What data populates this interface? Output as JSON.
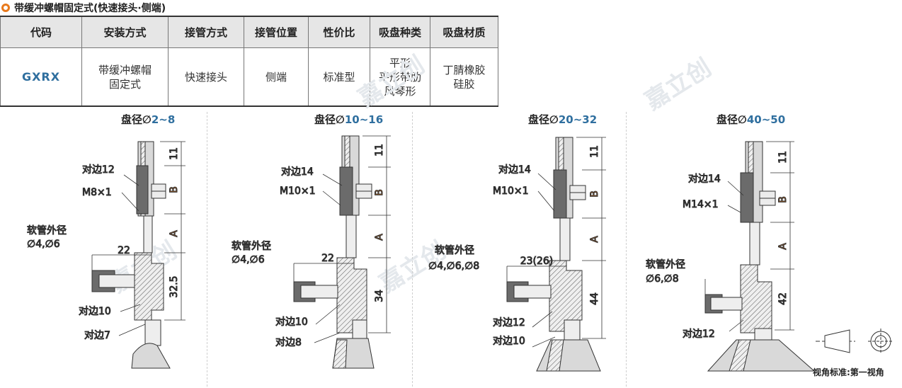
{
  "title": "带缓冲螺帽固定式(快速接头·侧端)",
  "table": {
    "headers": [
      "代码",
      "安装方式",
      "接管方式",
      "接管位置",
      "性价比",
      "吸盘种类",
      "吸盘材质"
    ],
    "row": {
      "code": "GXRX",
      "mount": [
        "带缓冲螺帽",
        "固定式"
      ],
      "pipe_method": "快速接头",
      "pipe_pos": "侧端",
      "value": "标准型",
      "pad_types": [
        "平形",
        "平形带肋",
        "风琴形"
      ],
      "material": [
        "丁腈橡胶",
        "硅胶"
      ]
    }
  },
  "watermark": "嘉立创",
  "drawings": [
    {
      "caption_prefix": "盘径∅",
      "caption_range": "2~8",
      "hex_label": "对边12",
      "thread_label": "M8×1",
      "tube_label_1": "软管外径",
      "tube_label_2": "∅4,∅6",
      "dim_top": "11",
      "dim_b": "B",
      "dim_a": "A",
      "dim_h": "22",
      "dim_v": "32.5",
      "label_mid": "对边10",
      "label_low": "对边7"
    },
    {
      "caption_prefix": "盘径∅",
      "caption_range": "10~16",
      "hex_label": "对边14",
      "thread_label": "M10×1",
      "tube_label_1": "软管外径",
      "tube_label_2": "∅4,∅6",
      "dim_top": "11",
      "dim_b": "B",
      "dim_a": "A",
      "dim_h": "22",
      "dim_v": "34",
      "label_mid": "对边10",
      "label_low": "对边8"
    },
    {
      "caption_prefix": "盘径∅",
      "caption_range": "20~32",
      "hex_label": "对边14",
      "thread_label": "M10×1",
      "tube_label_1": "软管外径",
      "tube_label_2": "∅4,∅6,∅8",
      "dim_top": "11",
      "dim_b": "B",
      "dim_a": "A",
      "dim_h": "23(26)",
      "dim_v": "44",
      "label_mid": "对边12",
      "label_low": "对边10"
    },
    {
      "caption_prefix": "盘径∅",
      "caption_range": "40~50",
      "hex_label": "对边14",
      "thread_label": "M14×1",
      "tube_label_1": "软管外径",
      "tube_label_2": "∅6,∅8",
      "dim_top": "11",
      "dim_b": "B",
      "dim_a": "A",
      "dim_v": "42",
      "label_low": "对边12"
    }
  ],
  "view_note": "视角标准:第一视角",
  "colors": {
    "accent": "#e8791c",
    "code": "#2f6f9f",
    "header_bg": "#e6e6e6",
    "part_fill": "#d9d9d9",
    "part_dark": "#6b6b6b"
  }
}
